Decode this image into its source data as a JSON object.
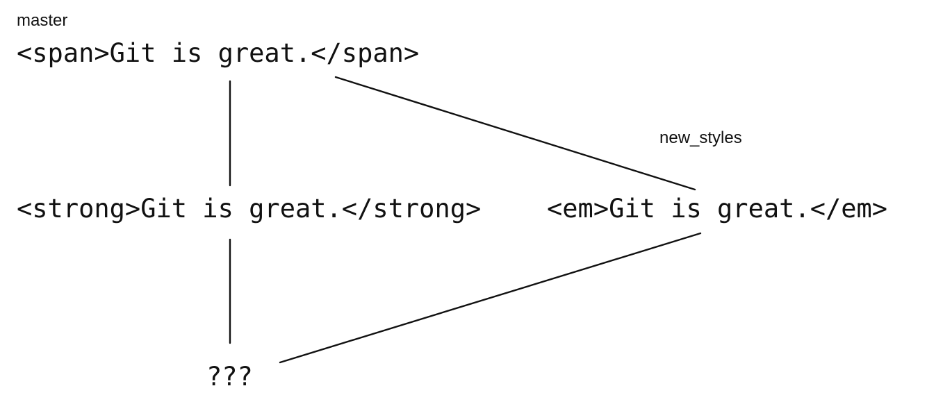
{
  "diagram": {
    "branches": {
      "master_label": "master",
      "new_styles_label": "new_styles"
    },
    "nodes": {
      "base": "<span>Git is great.</span>",
      "master_commit": "<strong>Git is great.</strong>",
      "new_styles_commit": "<em>Git is great.</em>",
      "merge_result": "???"
    },
    "edges": [
      {
        "from": "base",
        "to": "master_commit"
      },
      {
        "from": "base",
        "to": "new_styles_commit"
      },
      {
        "from": "master_commit",
        "to": "merge_result"
      },
      {
        "from": "new_styles_commit",
        "to": "merge_result"
      }
    ],
    "colors": {
      "text": "#111111",
      "line": "#111111",
      "background": "#ffffff"
    }
  }
}
